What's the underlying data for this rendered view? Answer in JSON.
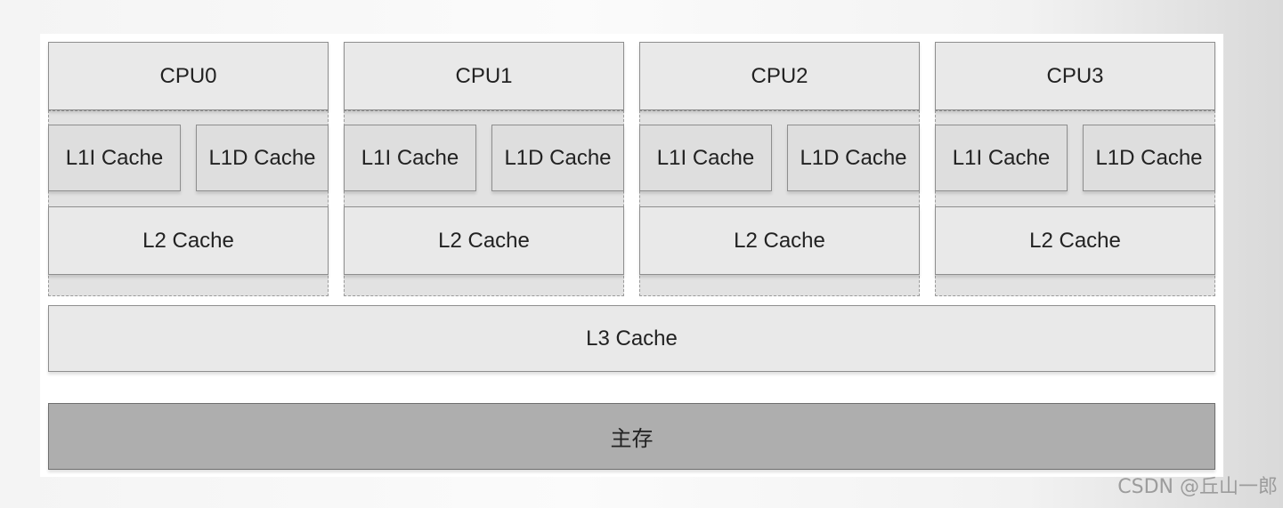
{
  "cpus": [
    {
      "name": "CPU0",
      "l1i": "L1I Cache",
      "l1d": "L1D Cache",
      "l2": "L2 Cache"
    },
    {
      "name": "CPU1",
      "l1i": "L1I Cache",
      "l1d": "L1D Cache",
      "l2": "L2 Cache"
    },
    {
      "name": "CPU2",
      "l1i": "L1I Cache",
      "l1d": "L1D Cache",
      "l2": "L2 Cache"
    },
    {
      "name": "CPU3",
      "l1i": "L1I Cache",
      "l1d": "L1D Cache",
      "l2": "L2 Cache"
    }
  ],
  "l3": "L3 Cache",
  "memory": "主存",
  "watermark": "CSDN @丘山一郎",
  "colors": {
    "box": "#e9e9e9",
    "memory": "#aeaeae",
    "border": "#8e8e8e"
  }
}
